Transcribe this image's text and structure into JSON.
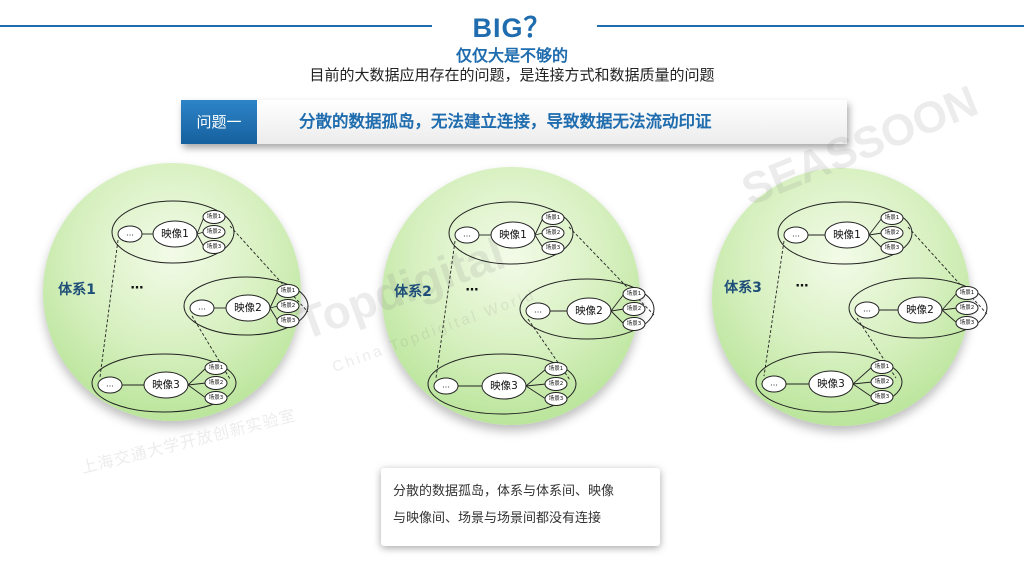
{
  "header": {
    "title": "BIG？",
    "subtitle": "仅仅大是不够的",
    "description": "目前的大数据应用存在的问题，是连接方式和数据质量的问题"
  },
  "issue": {
    "label": "问题一",
    "text": "分散的数据孤岛，无法建立连接，导致数据无法流动印证"
  },
  "systems": [
    {
      "label": "体系1",
      "images": [
        "映像1",
        "映像2",
        "映像3"
      ]
    },
    {
      "label": "体系2",
      "images": [
        "映像1",
        "映像2",
        "映像3"
      ]
    },
    {
      "label": "体系3",
      "images": [
        "映像1",
        "映像2",
        "映像3"
      ]
    }
  ],
  "labels": {
    "scene": "场景",
    "ellipsis": "…",
    "dots": "…"
  },
  "watermarks": {
    "brand": "SEASSOON",
    "topdigital": "Topdigital",
    "topdigital_sub": "China Topdigital World",
    "university": "上海交通大学开放创新实验室"
  },
  "note": {
    "line1": "分散的数据孤岛，体系与体系间、映像",
    "line2": "与映像间、场景与场景间都没有连接"
  }
}
